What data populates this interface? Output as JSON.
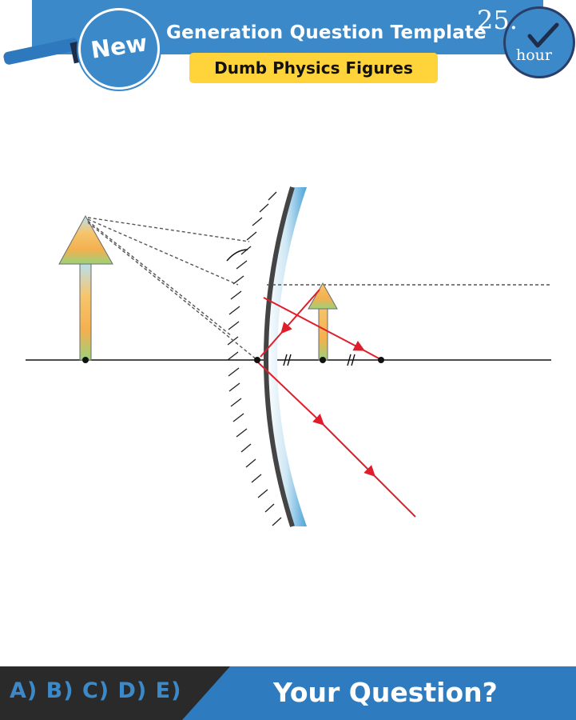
{
  "header": {
    "badge_label": "New",
    "title": "Generation Question Template",
    "subtitle": "Dumb Physics Figures",
    "clock_number": "25.",
    "clock_label": "hour"
  },
  "footer": {
    "answer_choices": "A) B) C) D) E)",
    "question_prompt": "Your Question?"
  },
  "colors": {
    "header_blue": "#3c89c9",
    "subtitle_yellow": "#ffd43b",
    "footer_dark": "#2a2a2a",
    "ray_red": "#e01e2b",
    "mirror_blue": "#4aa3d8"
  }
}
